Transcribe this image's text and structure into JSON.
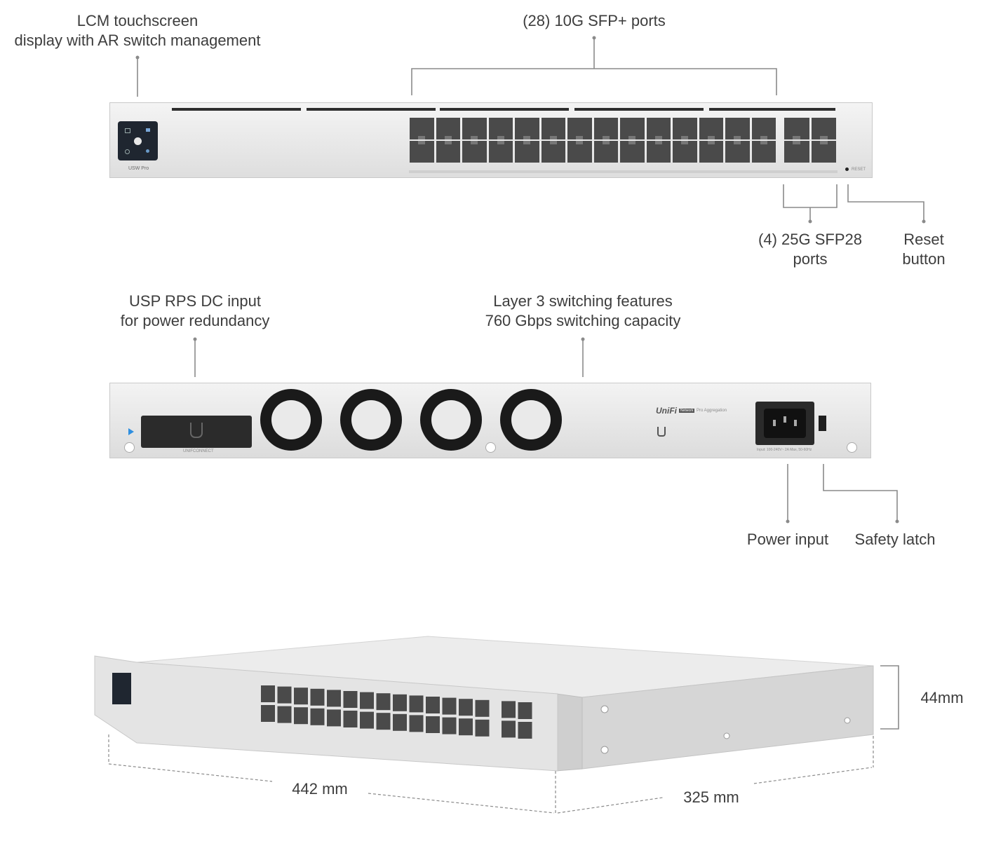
{
  "front_callouts": {
    "lcm": [
      "LCM touchscreen",
      "display with AR switch management"
    ],
    "sfp_plus": [
      "(28) 10G SFP+ ports"
    ],
    "sfp28": [
      "(4) 25G SFP28",
      "ports"
    ],
    "reset": [
      "Reset",
      "button"
    ]
  },
  "rear_callouts": {
    "rps": [
      "USP RPS DC input",
      "for power redundancy"
    ],
    "layer3": [
      "Layer 3 switching features",
      "760 Gbps switching capacity"
    ],
    "power": [
      "Power input"
    ],
    "latch": [
      "Safety latch"
    ]
  },
  "dimensions": {
    "width": "442 mm",
    "depth": "325 mm",
    "height": "44mm"
  },
  "device_marks": {
    "model": "USW Pro",
    "reset_mark": "RESET",
    "brand": "UniFi",
    "badge": "Network",
    "product": "Pro Aggregation",
    "rps_mark": "UNIFCONNECT",
    "power_rating": "Input: 100-240V~ 2A Max, 50-60Hz"
  },
  "colors": {
    "panel": "#e6e6e6",
    "port": "#4a4a4a",
    "line": "#8a8a8a",
    "led": "#2f8fe0"
  }
}
